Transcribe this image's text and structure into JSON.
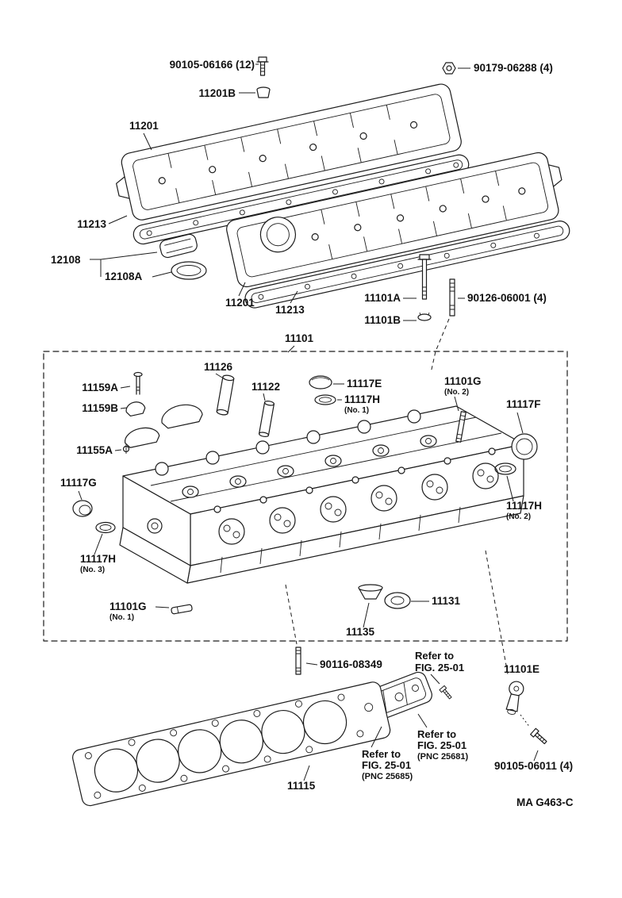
{
  "page": {
    "background": "#ffffff",
    "line_color": "#1c1c1c",
    "figure_code": "MA  G463-C"
  },
  "callouts": {
    "bolt_90105_06166": "90105-06166 (12)",
    "grommet_11201B": "11201B",
    "nut_90179_06288": "90179-06288 (4)",
    "cover_front_11201": "11201",
    "gasket_front_11213": "11213",
    "cap_12108": "12108",
    "cap_gasket_12108A": "12108A",
    "cover_rear_11201": "11201",
    "gasket_rear_11213": "11213",
    "bolt_11101A": "11101A",
    "nut_11101B": "11101B",
    "stud_90126_06001": "90126-06001 (4)",
    "cylinder_head_11101": "11101",
    "valve_guide_11126": "11126",
    "valve_guide_11122": "11122",
    "plug_11117E": "11117E",
    "gasket_11117H_no1": "11117H",
    "gasket_11117H_no1_note": "(No. 1)",
    "stud_11101G_no2": "11101G",
    "stud_11101G_no2_note": "(No. 2)",
    "plug_11117F": "11117F",
    "bolt_11159A": "11159A",
    "seal_11159B": "11159B",
    "stud_11155A": "11155A",
    "plug_11117G": "11117G",
    "gasket_11117H_no3": "11117H",
    "gasket_11117H_no3_note": "(No. 3)",
    "gasket_11117H_no2": "11117H",
    "gasket_11117H_no2_note": "(No. 2)",
    "pin_11101G_no1": "11101G",
    "pin_11101G_no1_note": "(No. 1)",
    "seal_11131": "11131",
    "washer_11135": "11135",
    "stud_90116_08349": "90116-08349",
    "sensor_11101E": "11101E",
    "head_gasket_11115": "11115",
    "bolt_90105_06011": "90105-06011 (4)"
  },
  "references": {
    "fig_2501_top": {
      "line1": "Refer to",
      "line2": "FIG. 25-01"
    },
    "fig_2501_right": {
      "line1": "Refer to",
      "line2": "FIG. 25-01",
      "line3": "(PNC 25681)"
    },
    "fig_2501_left": {
      "line1": "Refer to",
      "line2": "FIG. 25-01",
      "line3": "(PNC 25685)"
    }
  }
}
